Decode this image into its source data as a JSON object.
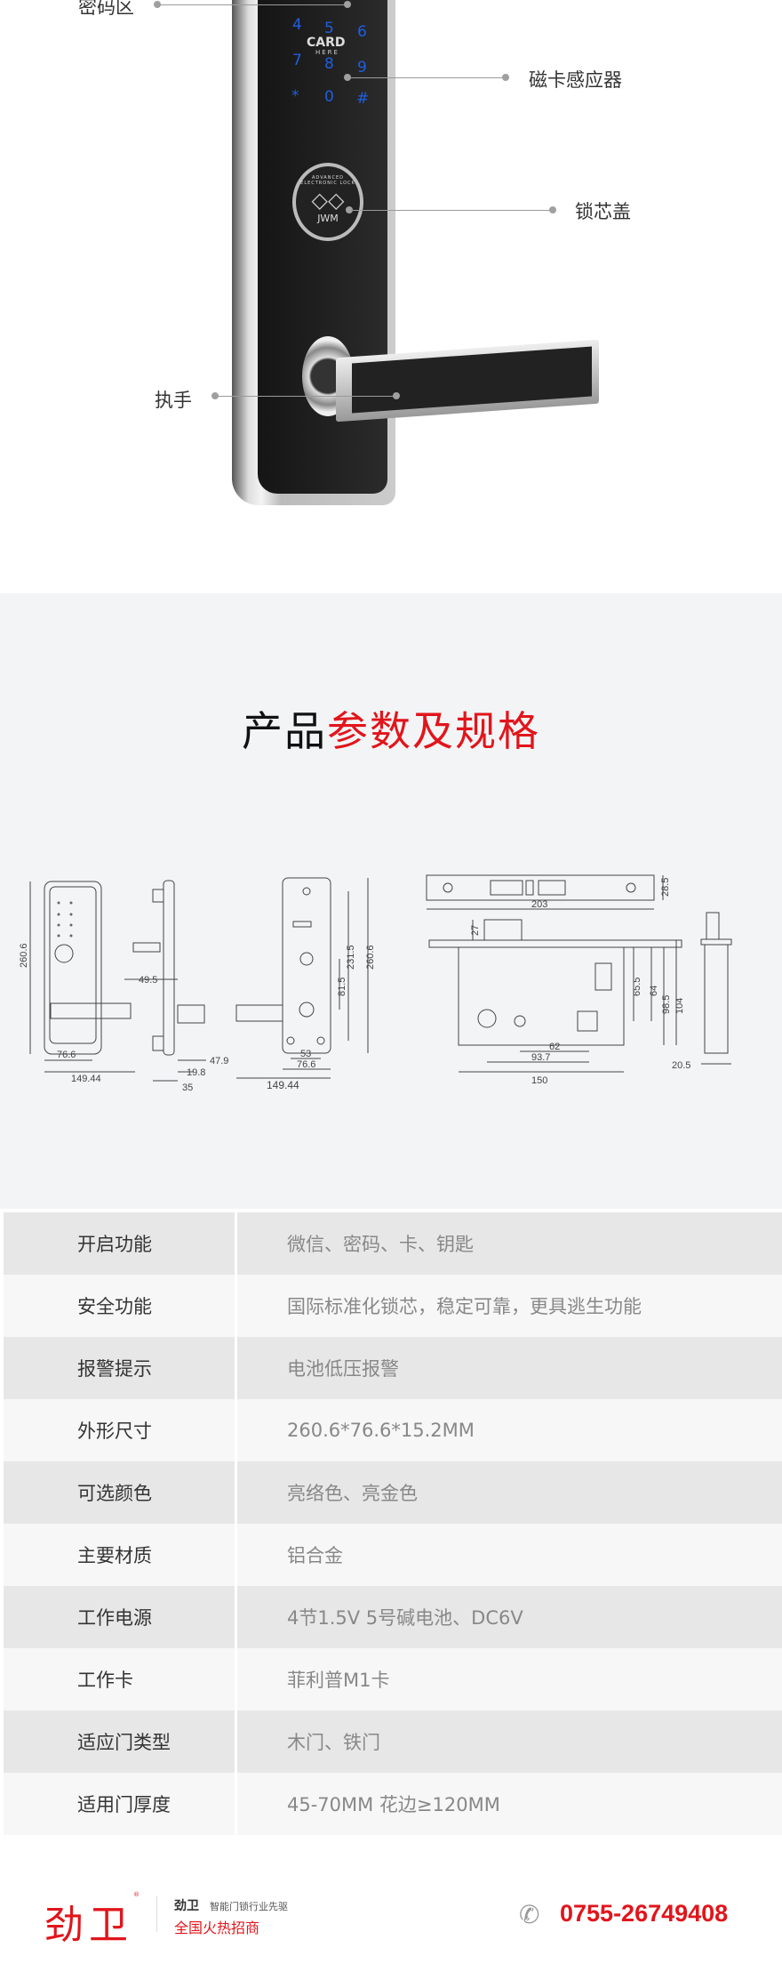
{
  "product_labels": {
    "keypad": "密码区",
    "card_reader": "磁卡感应器",
    "cylinder_cover": "锁芯盖",
    "handle": "执手"
  },
  "keypad": {
    "keys": [
      "4",
      "5",
      "6",
      "7",
      "8",
      "9",
      "*",
      "0",
      "#"
    ],
    "card_text": "CARD",
    "card_sub": "HERE",
    "badge_text": "JWM",
    "badge_ring": "ADVANCED ELECTRONIC LOCK"
  },
  "spec_title": {
    "part1": "产品",
    "part2": "参数及规格"
  },
  "dimensions": {
    "front_height": "260.6",
    "front_width": "76.6",
    "front_total": "149.44",
    "side_49": "49.5",
    "side_47": "47.9",
    "side_19": "19.8",
    "side_35": "35",
    "back_231": "231.5",
    "back_260": "260.6",
    "back_81": "81.5",
    "back_53": "53",
    "back_76": "76.6",
    "back_149": "149.44",
    "face_203": "203",
    "face_28": "28.5",
    "mort_27": "27",
    "mort_65": "65.5",
    "mort_64": "64",
    "mort_98": "98.5",
    "mort_104": "104",
    "mort_62": "62",
    "mort_93": "93.7",
    "mort_150": "150",
    "side_20": "20.5"
  },
  "specs": [
    {
      "key": "开启功能",
      "value": "微信、密码、卡、钥匙"
    },
    {
      "key": "安全功能",
      "value": "国际标准化锁芯，稳定可靠，更具逃生功能"
    },
    {
      "key": "报警提示",
      "value": "电池低压报警"
    },
    {
      "key": "外形尺寸",
      "value": "260.6*76.6*15.2MM"
    },
    {
      "key": "可选颜色",
      "value": "亮络色、亮金色"
    },
    {
      "key": "主要材质",
      "value": "铝合金"
    },
    {
      "key": "工作电源",
      "value": "4节1.5V  5号碱电池、DC6V"
    },
    {
      "key": "工作卡",
      "value": "菲利普M1卡"
    },
    {
      "key": "适应门类型",
      "value": "木门、铁门"
    },
    {
      "key": "适用门厚度",
      "value": "45-70MM  花边≥120MM"
    }
  ],
  "footer": {
    "brand": "劲卫",
    "brand_small": "劲卫",
    "slogan": "智能门锁行业先驱",
    "cta": "全国火热招商",
    "phone": "0755-26749408",
    "accent": "#e1151b"
  }
}
